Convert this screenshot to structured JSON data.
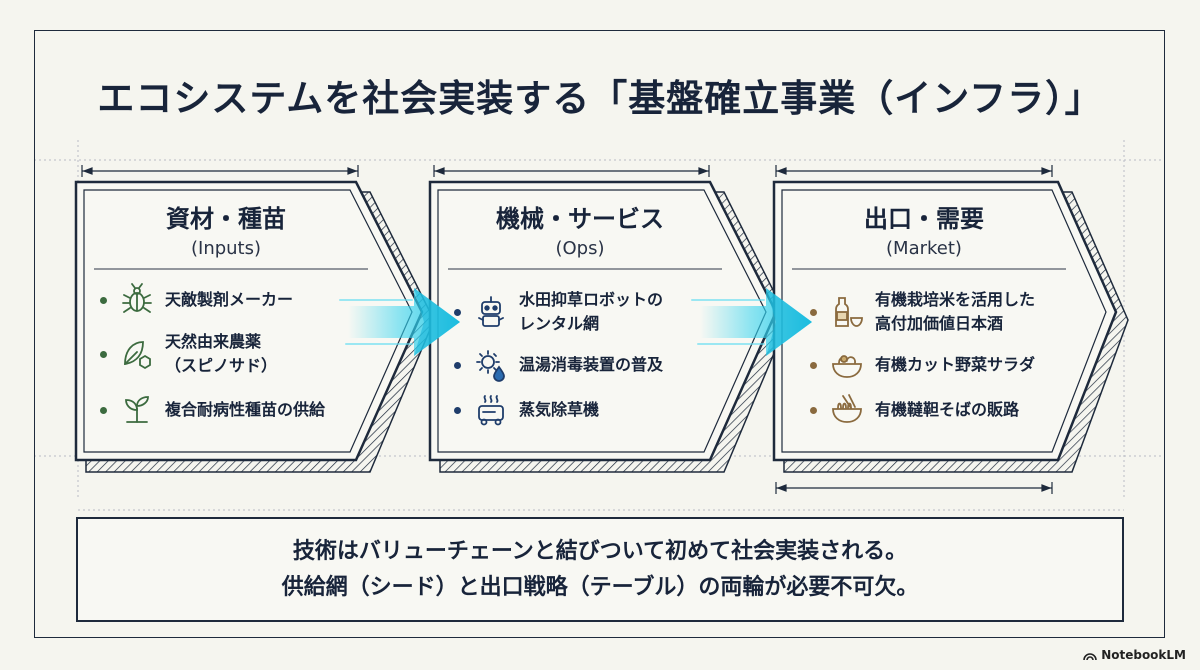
{
  "title": "エコシステムを社会実装する「基盤確立事業（インフラ）」",
  "columns": [
    {
      "heading": "資材・種苗",
      "subheading": "(Inputs)",
      "items": [
        {
          "lines": [
            "天敵製剤メーカー"
          ],
          "icon": "beetle-icon"
        },
        {
          "lines": [
            "天然由来農薬",
            "（スピノサド）"
          ],
          "icon": "leaf-molecule-icon"
        },
        {
          "lines": [
            "複合耐病性種苗の供給"
          ],
          "icon": "seedling-icon"
        }
      ]
    },
    {
      "heading": "機械・サービス",
      "subheading": "(Ops)",
      "items": [
        {
          "lines": [
            "水田抑草ロボットの",
            "レンタル網"
          ],
          "icon": "robot-icon"
        },
        {
          "lines": [
            "温湯消毒装置の普及"
          ],
          "icon": "gear-water-icon"
        },
        {
          "lines": [
            "蒸気除草機"
          ],
          "icon": "steam-machine-icon"
        }
      ]
    },
    {
      "heading": "出口・需要",
      "subheading": "(Market)",
      "items": [
        {
          "lines": [
            "有機栽培米を活用した",
            "高付加価値日本酒"
          ],
          "icon": "sake-bottle-icon"
        },
        {
          "lines": [
            "有機カット野菜サラダ"
          ],
          "icon": "salad-bowl-icon"
        },
        {
          "lines": [
            "有機韃靼そばの販路"
          ],
          "icon": "noodle-bowl-icon"
        }
      ]
    }
  ],
  "message": {
    "line1": "技術はバリューチェーンと結びついて初めて社会実装される。",
    "line2": "供給網（シード）と出口戦略（テーブル）の両輪が必要不可欠。"
  },
  "brand": "NotebookLM",
  "colors": {
    "ink": "#1e2a3c",
    "background": "#f5f5ef",
    "panel": "#f8f8f3",
    "arrow_cyan": "#35d4ef",
    "bullet_green": "#3c6b3f",
    "bullet_navy": "#1f3d6b",
    "bullet_brown": "#8a6a3e"
  }
}
